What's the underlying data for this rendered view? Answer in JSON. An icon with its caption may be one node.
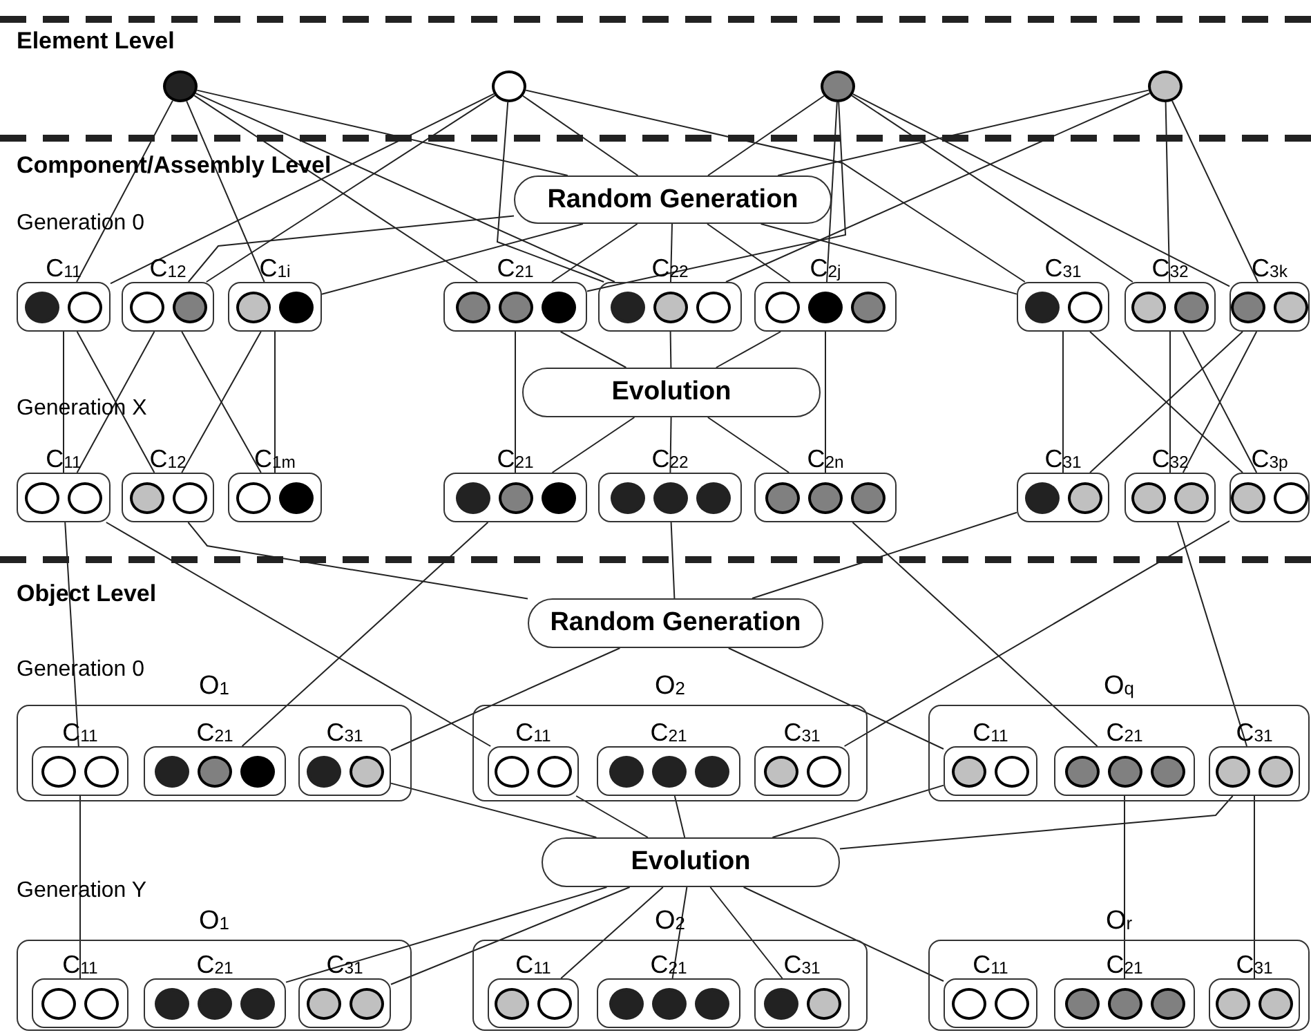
{
  "diagram": {
    "nodes": [
      {
        "text": [],
        "shape": "circle"
      },
      {
        "text": [],
        "shape": "circle"
      },
      {
        "text": [],
        "shape": "circle"
      },
      {
        "text": [],
        "shape": "circle"
      },
      {
        "text": [
          "Random Generation"
        ]
      },
      {
        "text": [
          "C$_{11}$"
        ]
      },
      {
        "text": [
          "C$_{12}$"
        ]
      },
      {
        "text": [
          "C$_{1i}$"
        ]
      },
      {
        "text": [
          "C$_{21}$"
        ]
      },
      {
        "text": [
          "C$_{22}$"
        ]
      },
      {
        "text": [
          "C$_{2j}$"
        ]
      },
      {
        "text": [
          "C$_{31}$"
        ]
      },
      {
        "text": [
          "C$_{32}$"
        ]
      },
      {
        "text": [
          "C$_{3k}$"
        ]
      },
      {
        "text": [
          "Evolution"
        ]
      },
      {
        "text": [
          "C$_{11}$"
        ]
      },
      {
        "text": [
          "C$_{12}$"
        ]
      },
      {
        "text": [
          "C$_{1m}$"
        ]
      },
      {
        "text": [
          "C$_{21}$"
        ]
      },
      {
        "text": [
          "C$_{22}$"
        ]
      },
      {
        "text": [
          "C$_{2n}$"
        ]
      },
      {
        "text": [
          "C$_{31}$"
        ]
      },
      {
        "text": [
          "C$_{32}$"
        ]
      },
      {
        "text": [
          "C$_{3p}$"
        ]
      },
      {
        "text": [
          "Random Generation"
        ]
      },
      {
        "text": [
          "O$_{1}$"
        ]
      },
      {
        "text": [
          "C$_{11}$"
        ],
        "in": 25
      },
      {
        "text": [
          "C$_{21}$"
        ],
        "in": 25
      },
      {
        "text": [
          "C$_{31}$"
        ],
        "in": 25
      },
      {
        "text": [
          "O$_{2}$"
        ]
      },
      {
        "text": [
          "C$_{11}$"
        ],
        "in": 29
      },
      {
        "text": [
          "C$_{21}$"
        ],
        "in": 29
      },
      {
        "text": [
          "C$_{31}$"
        ],
        "in": 29
      },
      {
        "text": [
          "O$_{q}$"
        ]
      },
      {
        "text": [
          "C$_{11}$"
        ],
        "in": 33
      },
      {
        "text": [
          "C$_{21}$"
        ],
        "in": 33
      },
      {
        "text": [
          "C$_{31}$"
        ],
        "in": 33
      },
      {
        "text": [
          "Evolution"
        ]
      },
      {
        "text": [
          "O$_{1}$"
        ]
      },
      {
        "text": [
          "C$_{11}$"
        ],
        "in": 38
      },
      {
        "text": [
          "C$_{21}$"
        ],
        "in": 38
      },
      {
        "text": [
          "C$_{31}$"
        ],
        "in": 38
      },
      {
        "text": [
          "O$_{2}$"
        ]
      },
      {
        "text": [
          "C$_{11}$"
        ],
        "in": 42
      },
      {
        "text": [
          "C$_{21}$"
        ],
        "in": 42
      },
      {
        "text": [
          "C$_{31}$"
        ],
        "in": 42
      },
      {
        "text": [
          "O$_{r}$"
        ]
      },
      {
        "text": [
          "C$_{11}$"
        ],
        "in": 46
      },
      {
        "text": [
          "C$_{21}$"
        ],
        "in": 46
      },
      {
        "text": [
          "C$_{31}$"
        ],
        "in": 46
      }
    ],
    "edges": [
      {
        "from": 0,
        "to": 5,
        "arrow": "none"
      },
      {
        "from": 0,
        "to": 7,
        "arrow": "none"
      },
      {
        "from": 0,
        "to": 4,
        "arrow": "none"
      },
      {
        "from": 0,
        "to": 8,
        "arrow": "none"
      },
      {
        "from": 0,
        "to": 9,
        "arrow": "none"
      },
      {
        "from": 1,
        "to": 5,
        "arrow": "none"
      },
      {
        "from": 1,
        "to": 6,
        "arrow": "none"
      },
      {
        "from": 1,
        "to": 4,
        "arrow": "none"
      },
      {
        "from": 1,
        "to": 9,
        "arrow": "none"
      },
      {
        "from": 1,
        "to": 11,
        "arrow": "none"
      },
      {
        "from": 2,
        "to": 4,
        "arrow": "none"
      },
      {
        "from": 2,
        "to": 8,
        "arrow": "none"
      },
      {
        "from": 2,
        "to": 10,
        "arrow": "none"
      },
      {
        "from": 2,
        "to": 12,
        "arrow": "none"
      },
      {
        "from": 2,
        "to": 13,
        "arrow": "none"
      },
      {
        "from": 3,
        "to": 4,
        "arrow": "none"
      },
      {
        "from": 3,
        "to": 9,
        "arrow": "none"
      },
      {
        "from": 3,
        "to": 12,
        "arrow": "none"
      },
      {
        "from": 3,
        "to": 13,
        "arrow": "none"
      },
      {
        "from": 4,
        "to": 6,
        "arrow": "none"
      },
      {
        "from": 4,
        "to": 7,
        "arrow": "none"
      },
      {
        "from": 4,
        "to": 8,
        "arrow": "none"
      },
      {
        "from": 4,
        "to": 9,
        "arrow": "none"
      },
      {
        "from": 4,
        "to": 10,
        "arrow": "none"
      },
      {
        "from": 4,
        "to": 11,
        "arrow": "none"
      },
      {
        "from": 5,
        "to": 15,
        "arrow": "none"
      },
      {
        "from": 5,
        "to": 16,
        "arrow": "none"
      },
      {
        "from": 6,
        "to": 15,
        "arrow": "none"
      },
      {
        "from": 6,
        "to": 17,
        "arrow": "none"
      },
      {
        "from": 7,
        "to": 16,
        "arrow": "none"
      },
      {
        "from": 7,
        "to": 17,
        "arrow": "none"
      },
      {
        "from": 8,
        "to": 14,
        "arrow": "none"
      },
      {
        "from": 9,
        "to": 14,
        "arrow": "none"
      },
      {
        "from": 10,
        "to": 14,
        "arrow": "none"
      },
      {
        "from": 10,
        "to": 20,
        "arrow": "none"
      },
      {
        "from": 8,
        "to": 18,
        "arrow": "none"
      },
      {
        "from": 14,
        "to": 18,
        "arrow": "none"
      },
      {
        "from": 14,
        "to": 19,
        "arrow": "none"
      },
      {
        "from": 14,
        "to": 20,
        "arrow": "none"
      },
      {
        "from": 11,
        "to": 21,
        "arrow": "none"
      },
      {
        "from": 11,
        "to": 23,
        "arrow": "none"
      },
      {
        "from": 12,
        "to": 22,
        "arrow": "none"
      },
      {
        "from": 12,
        "to": 23,
        "arrow": "none"
      },
      {
        "from": 13,
        "to": 21,
        "arrow": "none"
      },
      {
        "from": 13,
        "to": 22,
        "arrow": "none"
      },
      {
        "from": 15,
        "to": 26,
        "arrow": "none"
      },
      {
        "from": 15,
        "to": 30,
        "arrow": "none"
      },
      {
        "from": 16,
        "to": 24,
        "arrow": "none"
      },
      {
        "from": 18,
        "to": 27,
        "arrow": "none"
      },
      {
        "from": 19,
        "to": 24,
        "arrow": "none"
      },
      {
        "from": 20,
        "to": 35,
        "arrow": "none"
      },
      {
        "from": 21,
        "to": 24,
        "arrow": "none"
      },
      {
        "from": 22,
        "to": 36,
        "arrow": "none"
      },
      {
        "from": 23,
        "to": 32,
        "arrow": "none"
      },
      {
        "from": 24,
        "to": 28,
        "arrow": "none"
      },
      {
        "from": 24,
        "to": 34,
        "arrow": "none"
      },
      {
        "from": 26,
        "to": 39,
        "arrow": "none"
      },
      {
        "from": 28,
        "to": 37,
        "arrow": "none"
      },
      {
        "from": 30,
        "to": 37,
        "arrow": "none"
      },
      {
        "from": 31,
        "to": 37,
        "arrow": "none"
      },
      {
        "from": 34,
        "to": 37,
        "arrow": "none"
      },
      {
        "from": 36,
        "to": 37,
        "arrow": "none"
      },
      {
        "from": 35,
        "to": 48,
        "arrow": "none"
      },
      {
        "from": 36,
        "to": 49,
        "arrow": "none"
      },
      {
        "from": 37,
        "to": 40,
        "arrow": "none"
      },
      {
        "from": 37,
        "to": 41,
        "arrow": "none"
      },
      {
        "from": 37,
        "to": 43,
        "arrow": "none"
      },
      {
        "from": 37,
        "to": 44,
        "arrow": "none"
      },
      {
        "from": 37,
        "to": 45,
        "arrow": "none"
      },
      {
        "from": 37,
        "to": 47,
        "arrow": "none"
      }
    ],
    "labels": [
      "Element Level",
      "Component/Assembly Level",
      "Generation 0",
      "Generation X",
      "Object Level",
      "Generation 0",
      "Generation Y"
    ]
  }
}
